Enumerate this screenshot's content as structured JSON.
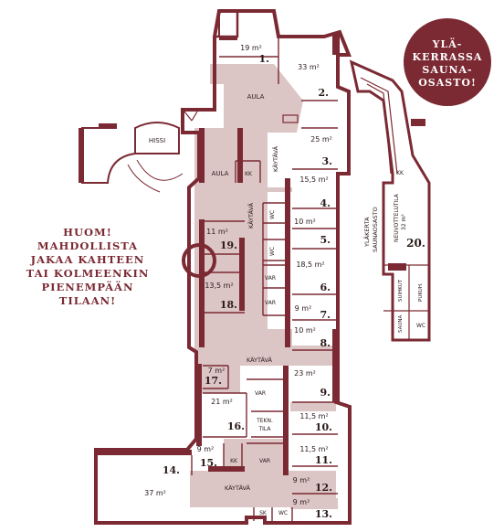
{
  "badge": {
    "lines": [
      "YLÄ-",
      "KERRASSA",
      "SAUNA-",
      "OSASTO!"
    ],
    "color": "#7b2a33"
  },
  "note": {
    "lines": [
      "HUOM!",
      "MAHDOLLISTA",
      "JAKAA KAHTEEN",
      "TAI KOLMEENKIN",
      "PIENEMPÄÄN",
      "TILAAN!"
    ]
  },
  "labels": {
    "aula_top": "AULA",
    "aula_mid": "AULA",
    "kaytava_v1": "KÄYTÄVÄ",
    "kaytava_v2": "KÄYTÄVÄ",
    "kaytava_h1": "KÄYTÄVÄ",
    "kaytava_h2": "KÄYTÄVÄ",
    "hissi": "HISSI",
    "kk1": "KK",
    "kk2": "KK",
    "kk3": "KK",
    "wc1": "WC",
    "wc2": "WC",
    "wc3": "WC",
    "wc4": "WC",
    "var1": "VAR",
    "var2": "VAR",
    "var3": "VAR",
    "var4": "VAR",
    "sk": "SK",
    "tekn1": "TEKN.",
    "tekn2": "TILA",
    "ylakerta1": "YLÄKERTA",
    "ylakerta2": "SAUNAOSASTO",
    "neuvottelutila": "NEUVOTTELUTILA",
    "neuvottelutila_area": "32 m²",
    "suihkut": "SUIHKUT",
    "pukuh": "PUKUH.",
    "sauna": "SAUNA"
  },
  "rooms": [
    {
      "num": "1.",
      "area": "19 m²"
    },
    {
      "num": "2.",
      "area": "33 m²"
    },
    {
      "num": "3.",
      "area": "25 m²"
    },
    {
      "num": "4.",
      "area": "15,5 m²"
    },
    {
      "num": "5.",
      "area": "10 m²"
    },
    {
      "num": "6.",
      "area": "18,5 m²"
    },
    {
      "num": "7.",
      "area": "9 m²"
    },
    {
      "num": "8.",
      "area": "10 m²"
    },
    {
      "num": "9.",
      "area": "23 m²"
    },
    {
      "num": "10.",
      "area": "11,5 m²"
    },
    {
      "num": "11.",
      "area": "11,5 m²"
    },
    {
      "num": "12.",
      "area": "9 m²"
    },
    {
      "num": "13.",
      "area": "9 m²"
    },
    {
      "num": "14.",
      "area": "37 m²"
    },
    {
      "num": "15.",
      "area": "9 m²"
    },
    {
      "num": "16.",
      "area": "21 m²"
    },
    {
      "num": "17.",
      "area": "7 m²"
    },
    {
      "num": "18.",
      "area": "13,5 m²"
    },
    {
      "num": "19.",
      "area": "11 m²"
    },
    {
      "num": "20.",
      "area": ""
    }
  ]
}
